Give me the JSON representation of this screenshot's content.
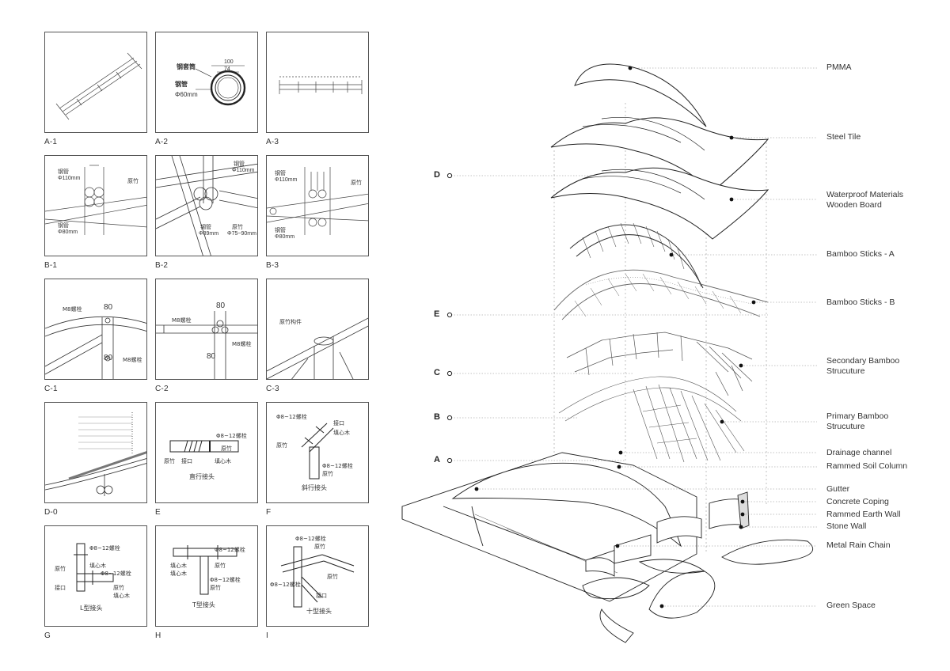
{
  "details": {
    "cells": [
      {
        "caption": "A-1",
        "notes": []
      },
      {
        "caption": "A-2",
        "notes": [
          "钢套筒",
          "钢管",
          "Φ60mm",
          "100",
          "74"
        ]
      },
      {
        "caption": "A-3",
        "notes": []
      },
      {
        "caption": "B-1",
        "notes": [
          "钢管",
          "Φ110mm",
          "原竹",
          "钢管",
          "Φ80mm"
        ]
      },
      {
        "caption": "B-2",
        "notes": [
          "钢管",
          "Φ110mm",
          "钢管",
          "Φ89mm",
          "原竹",
          "Φ75~90mm"
        ]
      },
      {
        "caption": "B-3",
        "notes": [
          "钢管",
          "Φ110mm",
          "原竹",
          "钢管",
          "Φ80mm"
        ]
      },
      {
        "caption": "C-1",
        "notes": [
          "80",
          "M8螺栓",
          "80",
          "M8螺栓"
        ]
      },
      {
        "caption": "C-2",
        "notes": [
          "M8螺栓",
          "80",
          "M8螺栓",
          "80"
        ]
      },
      {
        "caption": "C-3",
        "notes": [
          "原竹构件"
        ]
      },
      {
        "caption": "D-0",
        "notes": []
      },
      {
        "caption": "E",
        "notes": [
          "Φ8~12螺栓",
          "原竹",
          "原竹",
          "接口",
          "填心木",
          "直行接头"
        ]
      },
      {
        "caption": "F",
        "notes": [
          "Φ8~12螺栓",
          "接口",
          "原竹",
          "填心木",
          "Φ8~12螺栓",
          "原竹",
          "斜行接头"
        ]
      },
      {
        "caption": "G",
        "notes": [
          "Φ8~12螺栓",
          "原竹",
          "填心木",
          "Φ8~12螺栓",
          "接口",
          "原竹",
          "填心木",
          "L型接头"
        ]
      },
      {
        "caption": "H",
        "notes": [
          "Φ8~12螺栓",
          "填心木",
          "原竹",
          "填心木",
          "Φ8~12螺栓",
          "原竹",
          "T型接头"
        ]
      },
      {
        "caption": "I",
        "notes": [
          "Φ8~12螺栓",
          "原竹",
          "Φ8~12螺栓",
          "接口",
          "原竹",
          "十型接头"
        ]
      }
    ]
  },
  "axon": {
    "level_markers": [
      "D",
      "E",
      "C",
      "B",
      "A"
    ],
    "layers": [
      {
        "label": "PMMA"
      },
      {
        "label": "Steel Tile"
      },
      {
        "label": "Waterproof Materials\nWooden Board"
      },
      {
        "label": "Bamboo Sticks - A"
      },
      {
        "label": "Bamboo Sticks - B"
      },
      {
        "label": "Secondary Bamboo\nStrucuture"
      },
      {
        "label": "Primary Bamboo\nStrucuture"
      },
      {
        "label": "Drainage channel"
      },
      {
        "label": "Rammed Soil Column"
      },
      {
        "label": "Gutter"
      },
      {
        "label": "Concrete Coping"
      },
      {
        "label": "Rammed Earth Wall"
      },
      {
        "label": "Stone Wall"
      },
      {
        "label": "Metal Rain Chain"
      },
      {
        "label": "Green Space"
      }
    ]
  }
}
